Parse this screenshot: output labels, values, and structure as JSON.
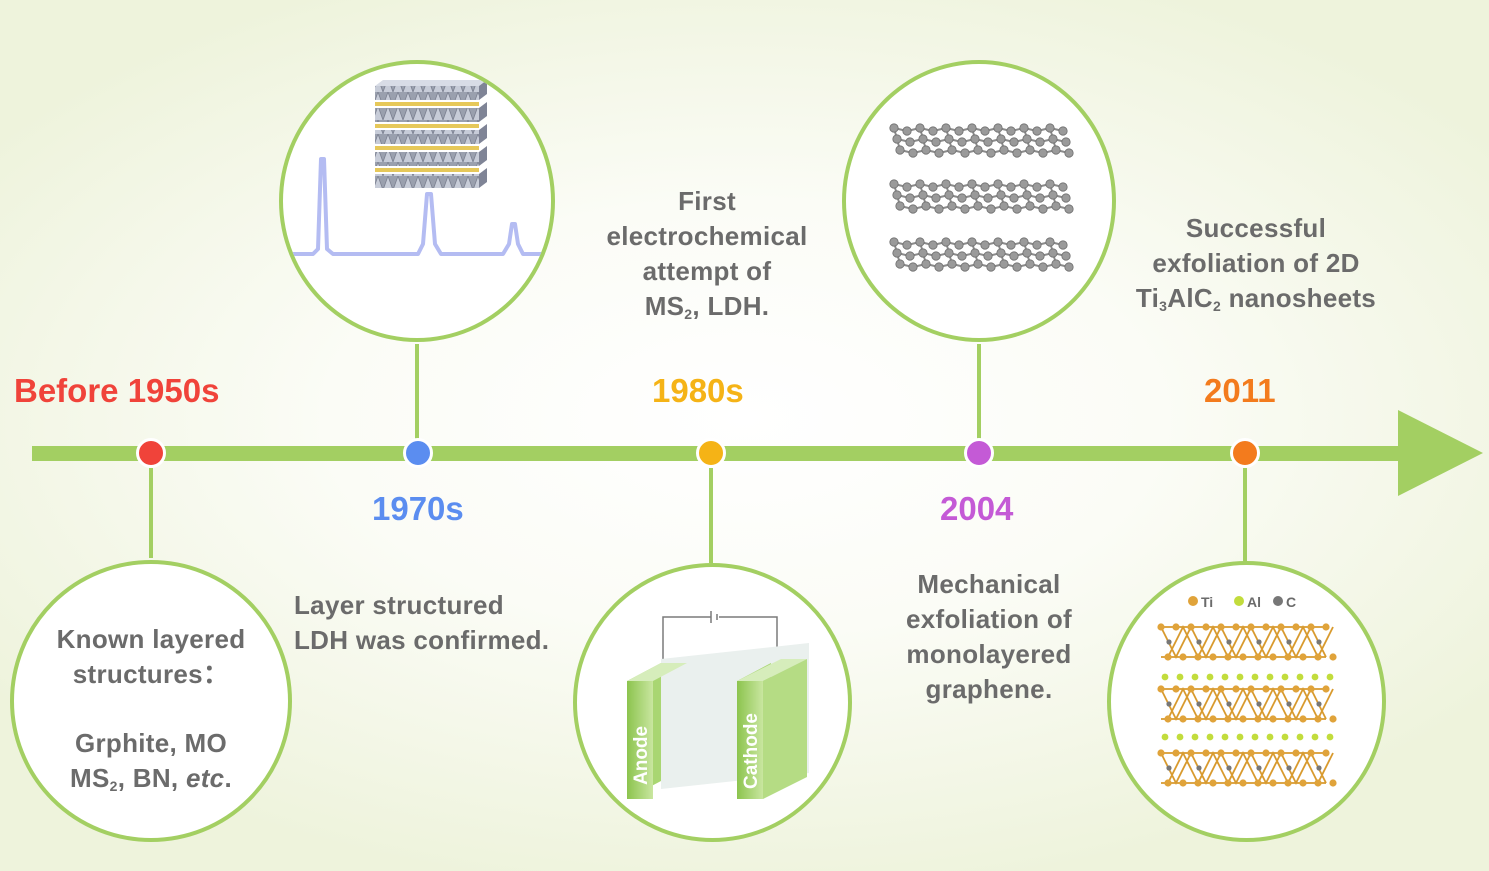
{
  "timeline": {
    "colors": {
      "line": "#a3cf62",
      "before1950s": "#f0433a",
      "y1970s": "#5b8df0",
      "y1980s": "#f5b316",
      "y2004": "#c45ad6",
      "y2011": "#f37b1d",
      "text": "#6b6b6b"
    },
    "events": [
      {
        "year": "Before 1950s",
        "text_line1": "Known layered",
        "text_line2": "structures：",
        "text_line3": "Grphite, MO",
        "text_line4_a": "MS",
        "text_line4_sub": "2",
        "text_line4_b": ", BN, ",
        "text_line4_italic": "etc",
        "text_line4_c": "."
      },
      {
        "year": "1970s",
        "text_line1": "Layer structured",
        "text_line2": "LDH was confirmed."
      },
      {
        "year": "1980s",
        "text_line1": "First",
        "text_line2": "electrochemical",
        "text_line3": "attempt of",
        "text_line4_a": "MS",
        "text_line4_sub": "2",
        "text_line4_b": ", LDH.",
        "anode_label": "Anode",
        "cathode_label": "Cathode"
      },
      {
        "year": "2004",
        "text_line1": "Mechanical",
        "text_line2": "exfoliation of",
        "text_line3": "monolayered",
        "text_line4": "graphene."
      },
      {
        "year": "2011",
        "text_line1": "Successful",
        "text_line2": "exfoliation of 2D",
        "text_line3_a": "Ti",
        "text_line3_sub1": "3",
        "text_line3_b": "AlC",
        "text_line3_sub2": "2",
        "text_line3_c": " nanosheets",
        "legend_ti": "Ti",
        "legend_al": "Al",
        "legend_c": "C"
      }
    ]
  }
}
